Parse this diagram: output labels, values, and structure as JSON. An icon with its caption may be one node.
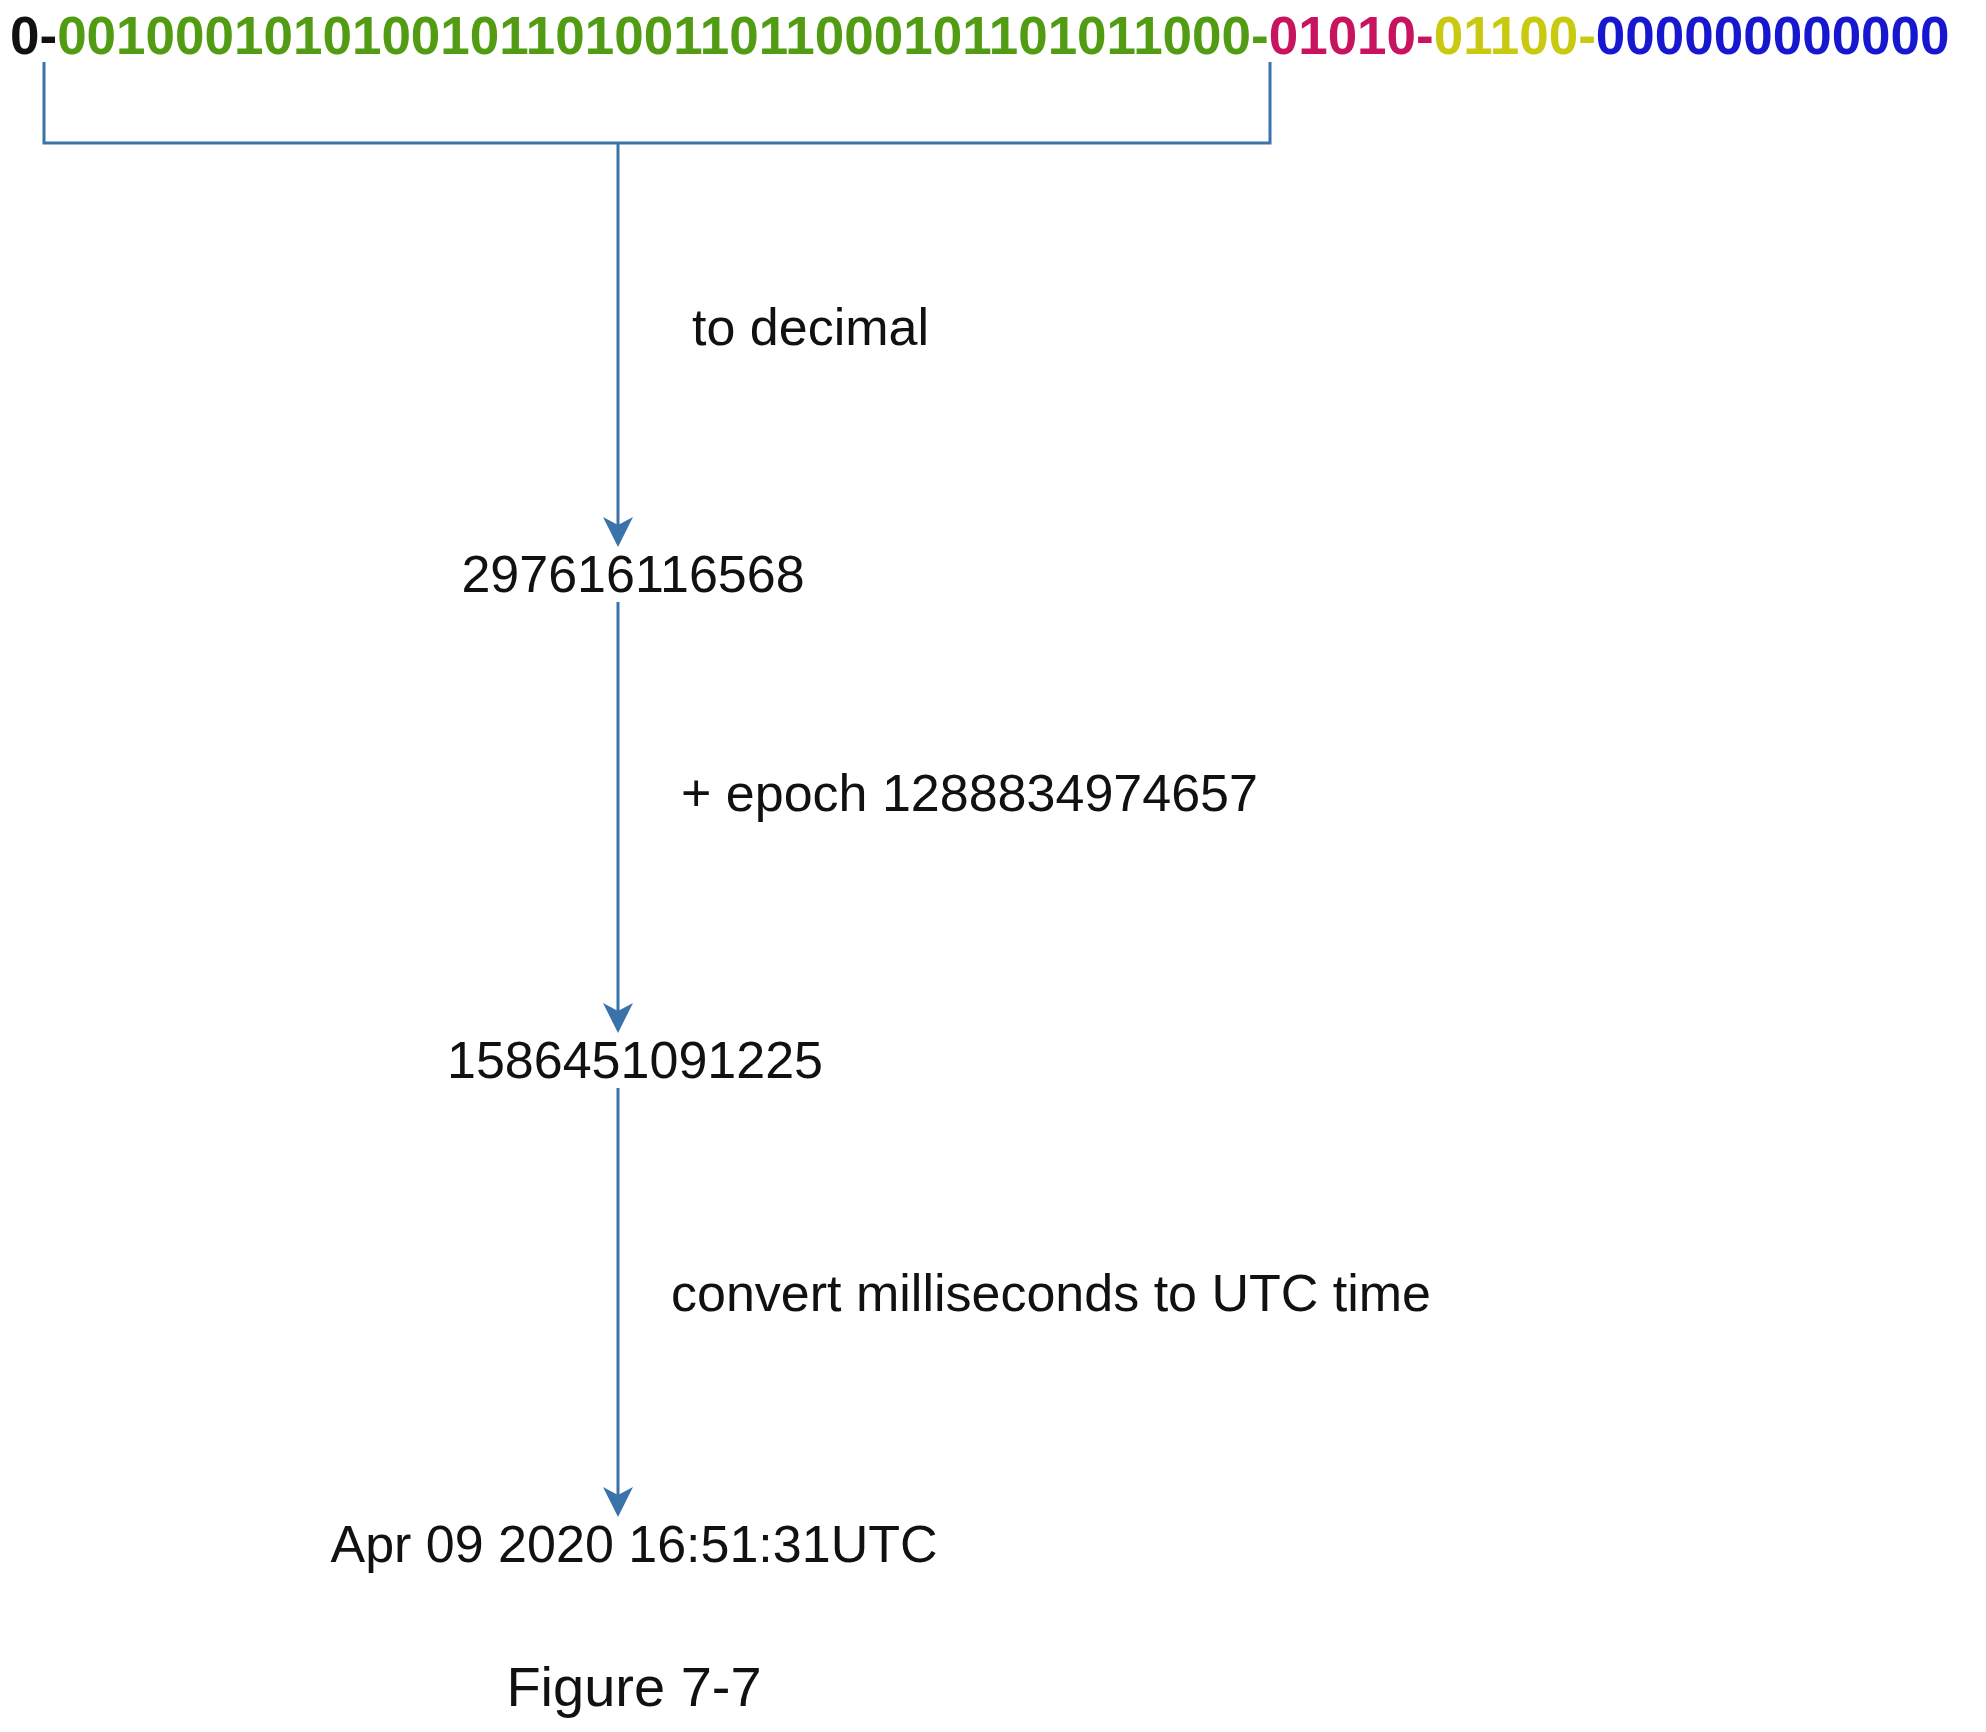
{
  "diagram": {
    "caption": "Figure 7-7",
    "nodes": [
      {
        "text": [
          "0-",
          "00100010101001011010011011000101101011000-",
          "01010-",
          "01100-",
          "000000000000"
        ]
      },
      {
        "text": [
          "297616116568"
        ]
      },
      {
        "text": [
          "1586451091225"
        ]
      },
      {
        "text": [
          "Apr 09 2020 16:51:31UTC"
        ]
      }
    ],
    "edges": [
      {
        "from": 0,
        "to": 1,
        "arrow": "to",
        "label": "to decimal"
      },
      {
        "from": 1,
        "to": 2,
        "arrow": "to",
        "label": "+ epoch 1288834974657"
      },
      {
        "from": 2,
        "to": 3,
        "arrow": "to",
        "label": "convert milliseconds to UTC time"
      }
    ]
  }
}
